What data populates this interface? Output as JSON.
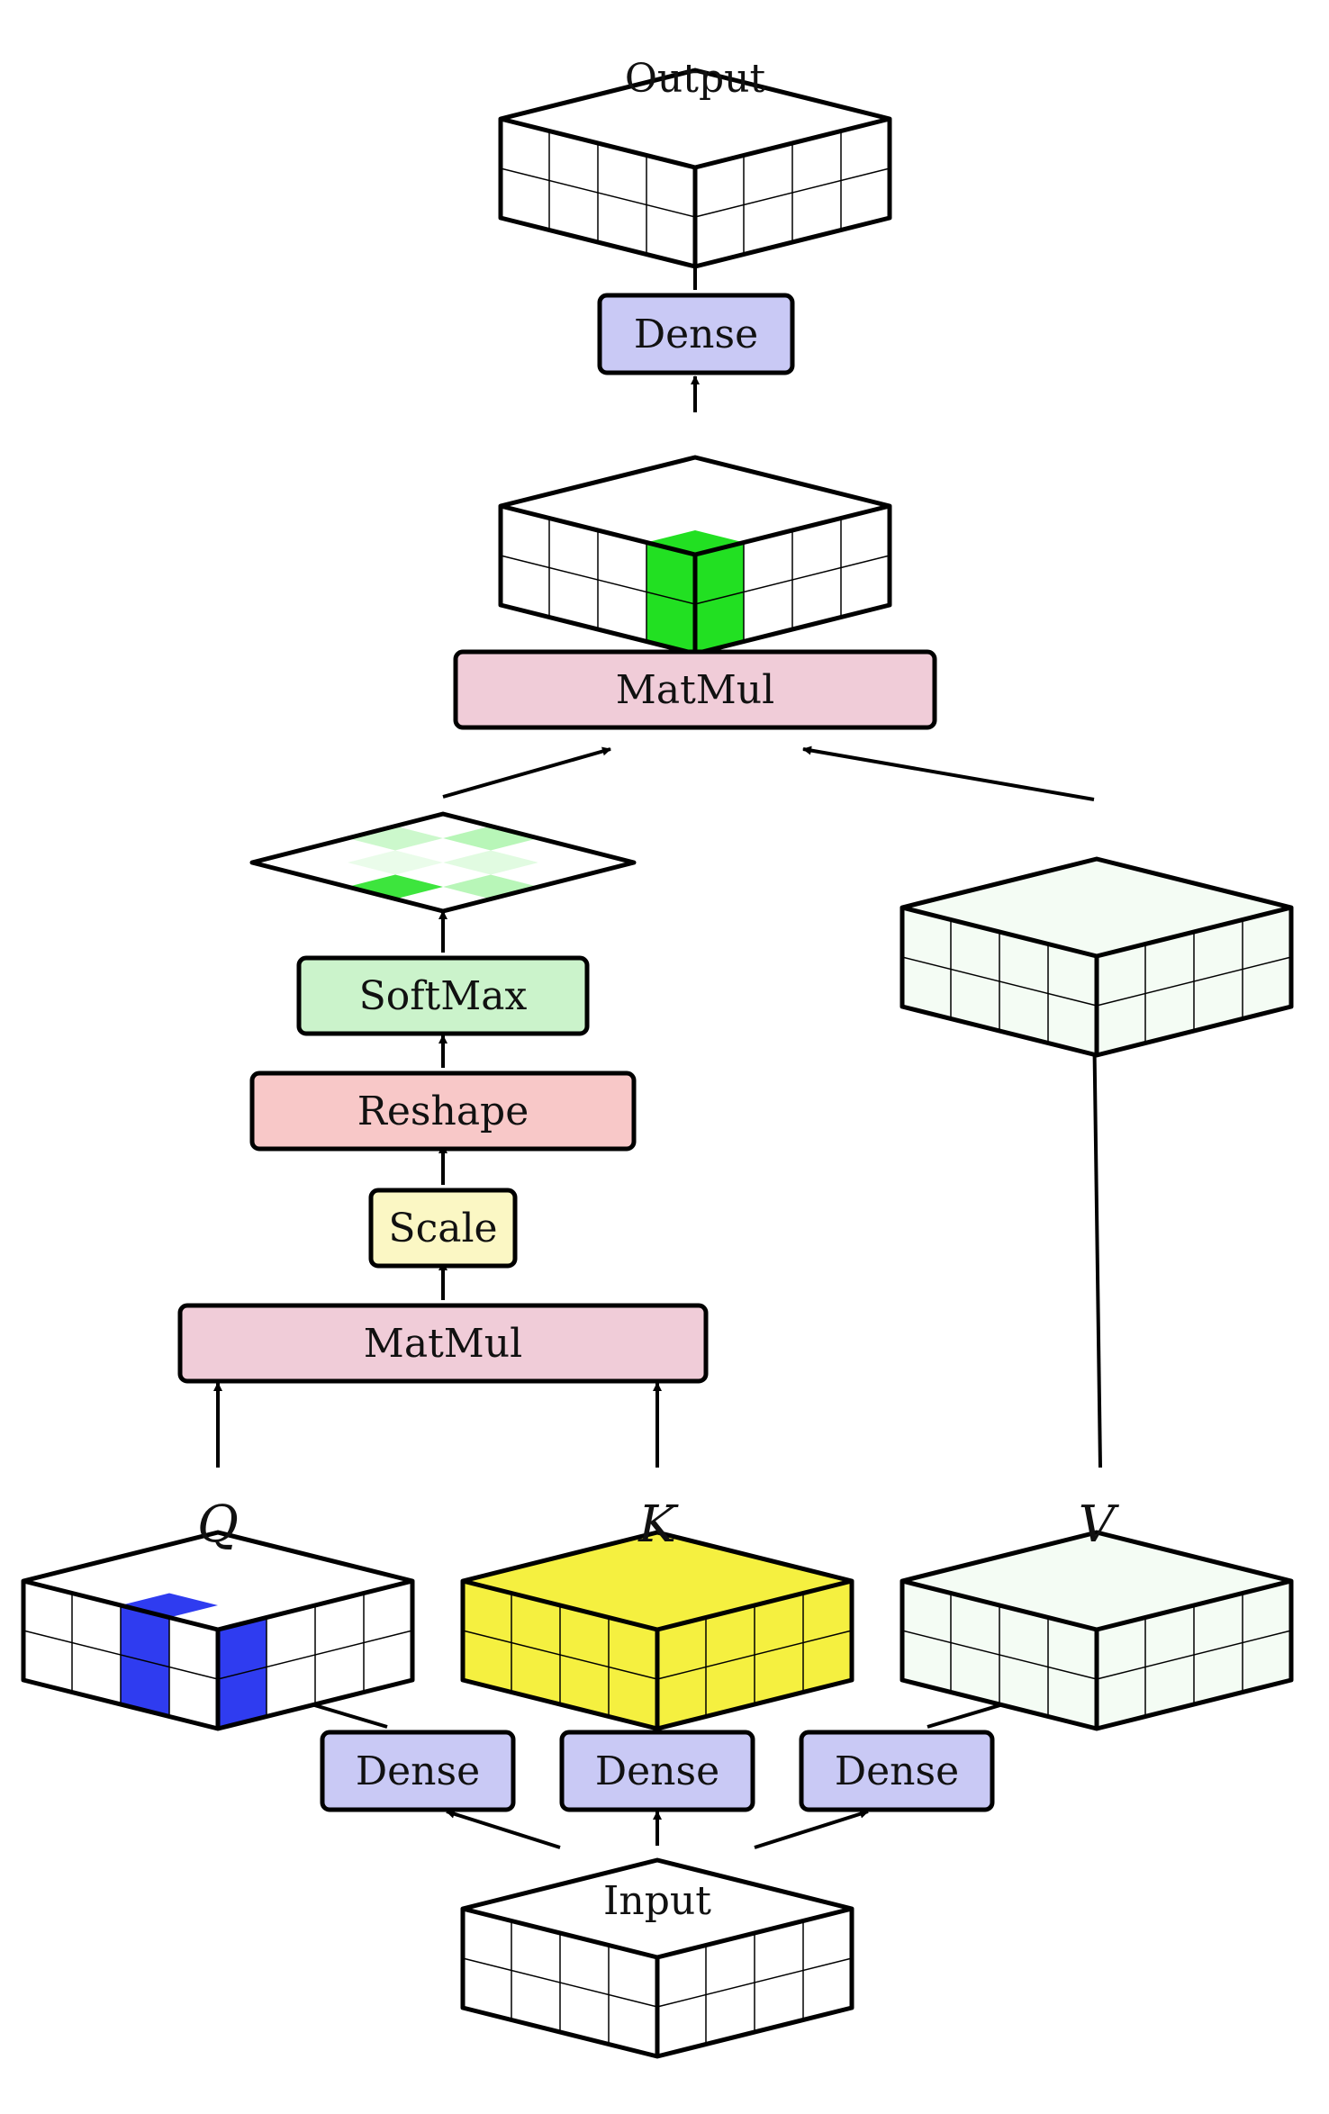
{
  "colors": {
    "dense": "#c9c9f5",
    "matmul": "#f0ccd8",
    "reshape": "#f8c8c8",
    "softmax": "#cbf3cb",
    "scale": "#fbf7c4",
    "q_highlight": "#2f3cf0",
    "k_fill": "#f5f040",
    "v_fill": "#f4fcf4",
    "out_highlight": "#22e022",
    "attention_cell": "#33e433"
  },
  "blocks": {
    "dense_out": "Dense",
    "matmul_top": "MatMul",
    "softmax": "SoftMax",
    "reshape": "Reshape",
    "scale": "Scale",
    "matmul_bottom": "MatMul",
    "dense_q": "Dense",
    "dense_k": "Dense",
    "dense_v": "Dense"
  },
  "tensors": {
    "output": "Output",
    "input": "Input",
    "q": "Q",
    "k": "K",
    "v": "V"
  },
  "attention_weights": [
    [
      0.0,
      0.35,
      0.0,
      0.0
    ],
    [
      0.25,
      0.0,
      0.15,
      0.0
    ],
    [
      0.0,
      0.1,
      0.0,
      0.35
    ],
    [
      0.0,
      0.0,
      0.95,
      0.0
    ]
  ]
}
